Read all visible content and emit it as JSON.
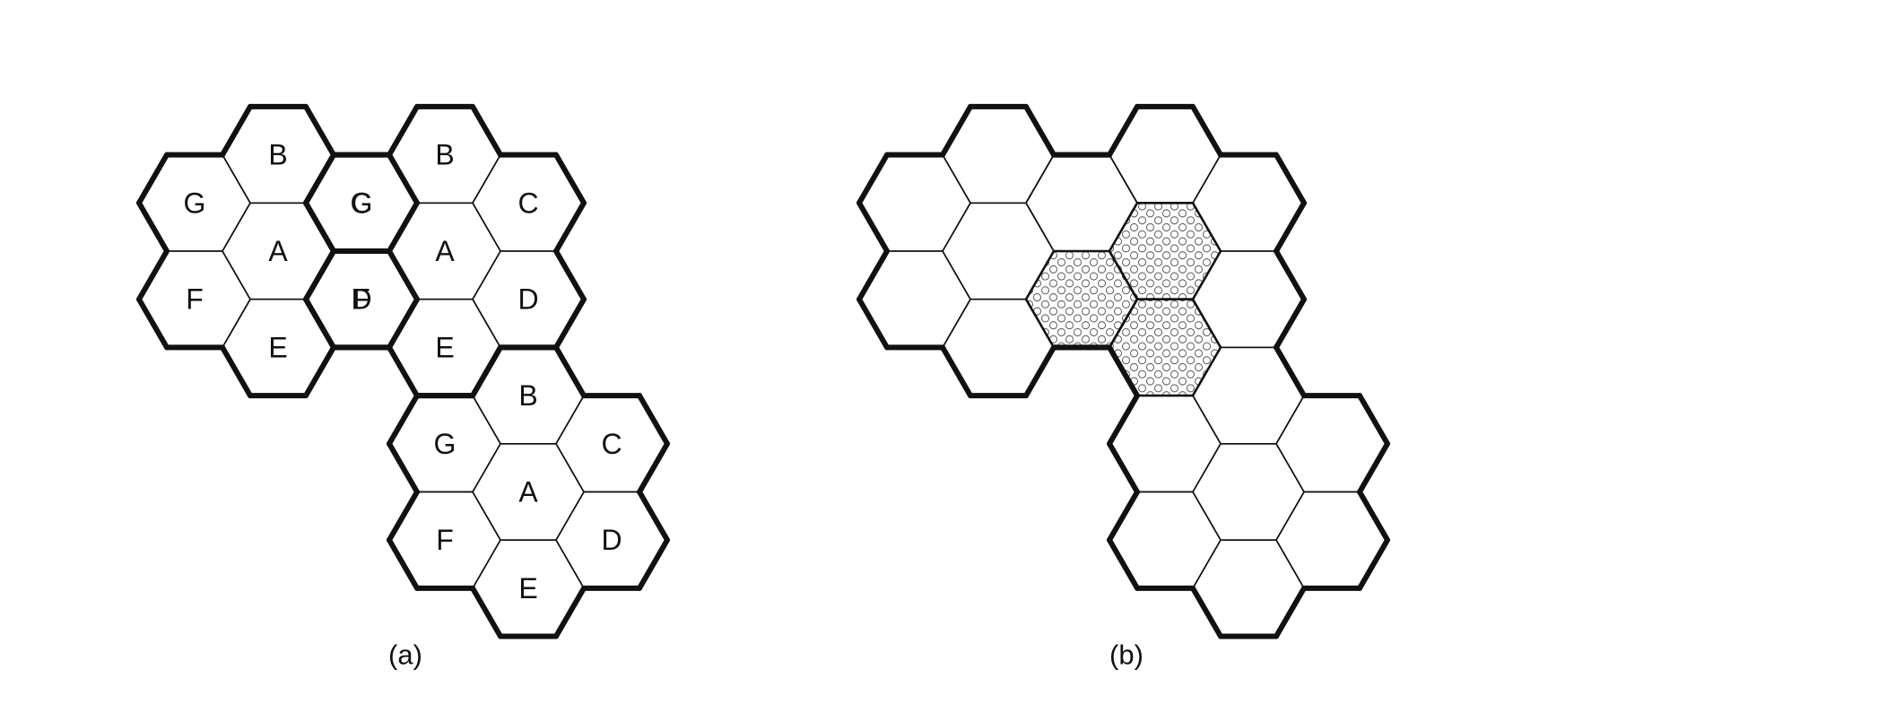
{
  "figures": [
    {
      "caption": "(a)",
      "clusters": [
        {
          "cells": [
            {
              "label": "A"
            },
            {
              "label": "B"
            },
            {
              "label": "C"
            },
            {
              "label": "D"
            },
            {
              "label": "E"
            },
            {
              "label": "F"
            },
            {
              "label": "G"
            }
          ]
        },
        {
          "cells": [
            {
              "label": "A"
            },
            {
              "label": "B"
            },
            {
              "label": "C"
            },
            {
              "label": "D"
            },
            {
              "label": "E"
            },
            {
              "label": "F"
            },
            {
              "label": "G"
            }
          ]
        },
        {
          "cells": [
            {
              "label": "A"
            },
            {
              "label": "B"
            },
            {
              "label": "C"
            },
            {
              "label": "D"
            },
            {
              "label": "E"
            },
            {
              "label": "F"
            },
            {
              "label": "G"
            }
          ]
        }
      ]
    },
    {
      "caption": "(b)",
      "subdivided_cells": 3
    }
  ],
  "colors": {
    "outline": "#111111",
    "background": "#ffffff"
  }
}
